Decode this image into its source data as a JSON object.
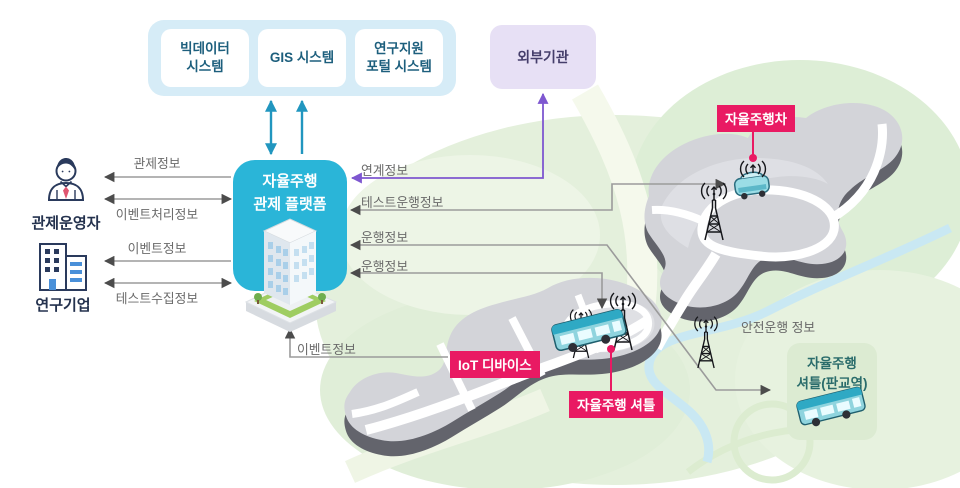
{
  "colors": {
    "platform_teal": "#2ab5d8",
    "systems_panel_bg": "#d6ecf7",
    "system_text": "#1d5f7d",
    "external_bg": "#e7e0f5",
    "external_text": "#453e6b",
    "accent_pink": "#e91a63",
    "accent_purple": "#7e57d0",
    "teal_arrow": "#2196bf",
    "arrow_gray": "#9b9b9b",
    "label_gray": "#6b6b6b",
    "icon_navy": "#2a3a5c",
    "station_box_bg": "#dcebd2",
    "station_text": "#2a6c6b",
    "island_gray": "#d3d4d9"
  },
  "systems_panel": {
    "items": [
      {
        "label": "빅데이터\n시스템"
      },
      {
        "label": "GIS 시스템"
      },
      {
        "label": "연구지원\n포털 시스템"
      }
    ]
  },
  "external_org": {
    "label": "외부기관"
  },
  "platform": {
    "label": "자율주행\n관제 플랫폼"
  },
  "actors": {
    "operator": {
      "label": "관제운영자",
      "flows": [
        {
          "label": "관제정보",
          "direction": "platform-to-operator"
        },
        {
          "label": "이벤트처리정보",
          "direction": "bidirectional"
        }
      ]
    },
    "research_company": {
      "label": "연구기업",
      "flows": [
        {
          "label": "이벤트정보",
          "direction": "platform-to-company"
        },
        {
          "label": "테스트수집정보",
          "direction": "bidirectional"
        }
      ]
    }
  },
  "platform_flows": {
    "external_link": {
      "label": "연계정보",
      "direction": "bidirectional"
    },
    "test_drive": {
      "label": "테스트운행정보",
      "direction": "bidirectional"
    },
    "drive_info_station": {
      "label": "운행정보",
      "direction": "bidirectional"
    },
    "drive_info_shuttle": {
      "label": "운행정보",
      "direction": "bidirectional"
    },
    "iot_event": {
      "label": "이벤트정보",
      "direction": "iot-to-platform"
    }
  },
  "map": {
    "vehicle_tag": {
      "label": "자율주행차"
    },
    "iot_tag": {
      "label": "IoT 디바이스"
    },
    "shuttle_tag": {
      "label": "자율주행 셔틀"
    },
    "safety_info": {
      "label": "안전운행 정보"
    },
    "station_box": {
      "label": "자율주행\n셔틀(판교역)"
    }
  }
}
